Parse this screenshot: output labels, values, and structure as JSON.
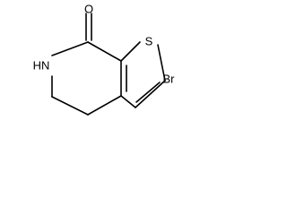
{
  "molecule": {
    "atoms": {
      "oxygen": "O",
      "sulfur": "S",
      "nitrogen_h": "HN",
      "bromine": "Br"
    }
  }
}
